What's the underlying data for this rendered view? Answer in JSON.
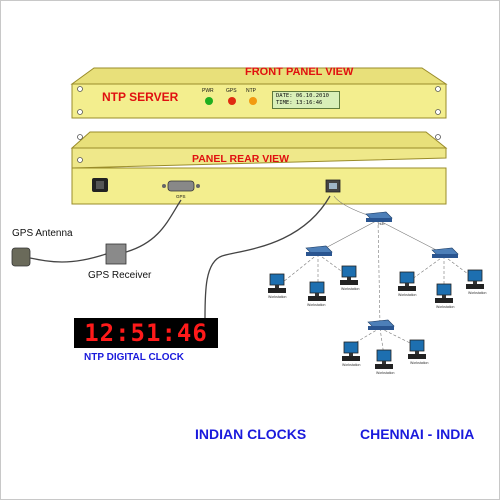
{
  "front_panel": {
    "view_label": "FRONT PANEL VIEW",
    "device_label": "NTP SERVER",
    "led_labels": [
      "PWR",
      "GPS",
      "NTP"
    ],
    "lcd_line1": "DATE: 06.10.2010",
    "lcd_line2": "TIME: 13:16:46"
  },
  "rear_panel": {
    "view_label": "PANEL REAR VIEW",
    "port_label": "GPS"
  },
  "gps": {
    "antenna_label": "GPS Antenna",
    "receiver_label": "GPS Receiver"
  },
  "clock": {
    "display": "12:51:46",
    "label": "NTP DIGITAL CLOCK"
  },
  "network": {
    "switch_label": "Hub",
    "workstation_label": "Workstation"
  },
  "footer": {
    "brand": "INDIAN CLOCKS",
    "location": "CHENNAI - INDIA"
  },
  "colors": {
    "panel": "#f3ee8e",
    "panel_edge": "#c9b94a",
    "title_red": "#e01010",
    "brand_blue": "#1a1adc",
    "led_green": "#1fae1f",
    "led_red": "#e02a10",
    "led_orange": "#f29a10"
  }
}
